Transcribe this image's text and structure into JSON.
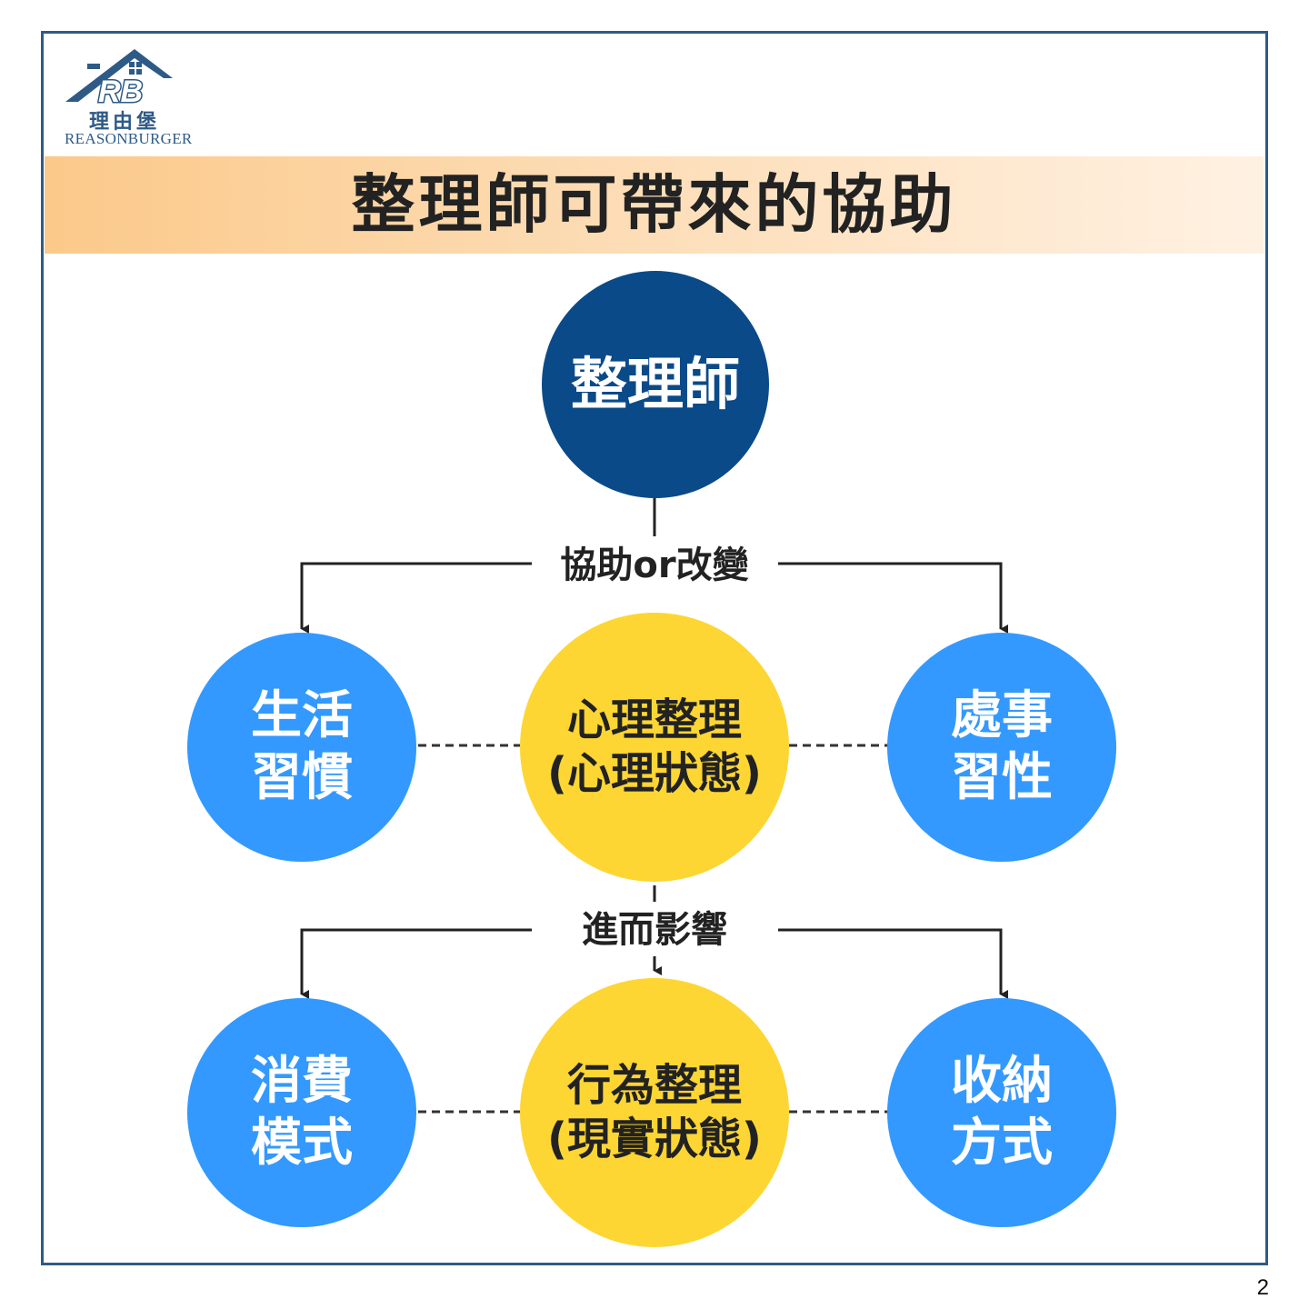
{
  "logo": {
    "mark": "RB",
    "chinese": "理由堡",
    "english": "REASONBURGER"
  },
  "title": "整理師可帶來的協助",
  "diagram": {
    "root": "整理師",
    "connector_top": "協助or改變",
    "connector_bottom": "進而影響",
    "row1": {
      "left": [
        "生活",
        "習慣"
      ],
      "center": [
        "心理整理",
        "(心理狀態)"
      ],
      "right": [
        "處事",
        "習性"
      ]
    },
    "row2": {
      "left": [
        "消費",
        "模式"
      ],
      "center": [
        "行為整理",
        "(現實狀態)"
      ],
      "right": [
        "收納",
        "方式"
      ]
    }
  },
  "colors": {
    "frame": "#2e5a87",
    "root": "#0a4a89",
    "blue_nodes": "#3399ff",
    "yellow_nodes": "#fdd633",
    "title_band": "#fbc98a"
  },
  "page_number": "2"
}
